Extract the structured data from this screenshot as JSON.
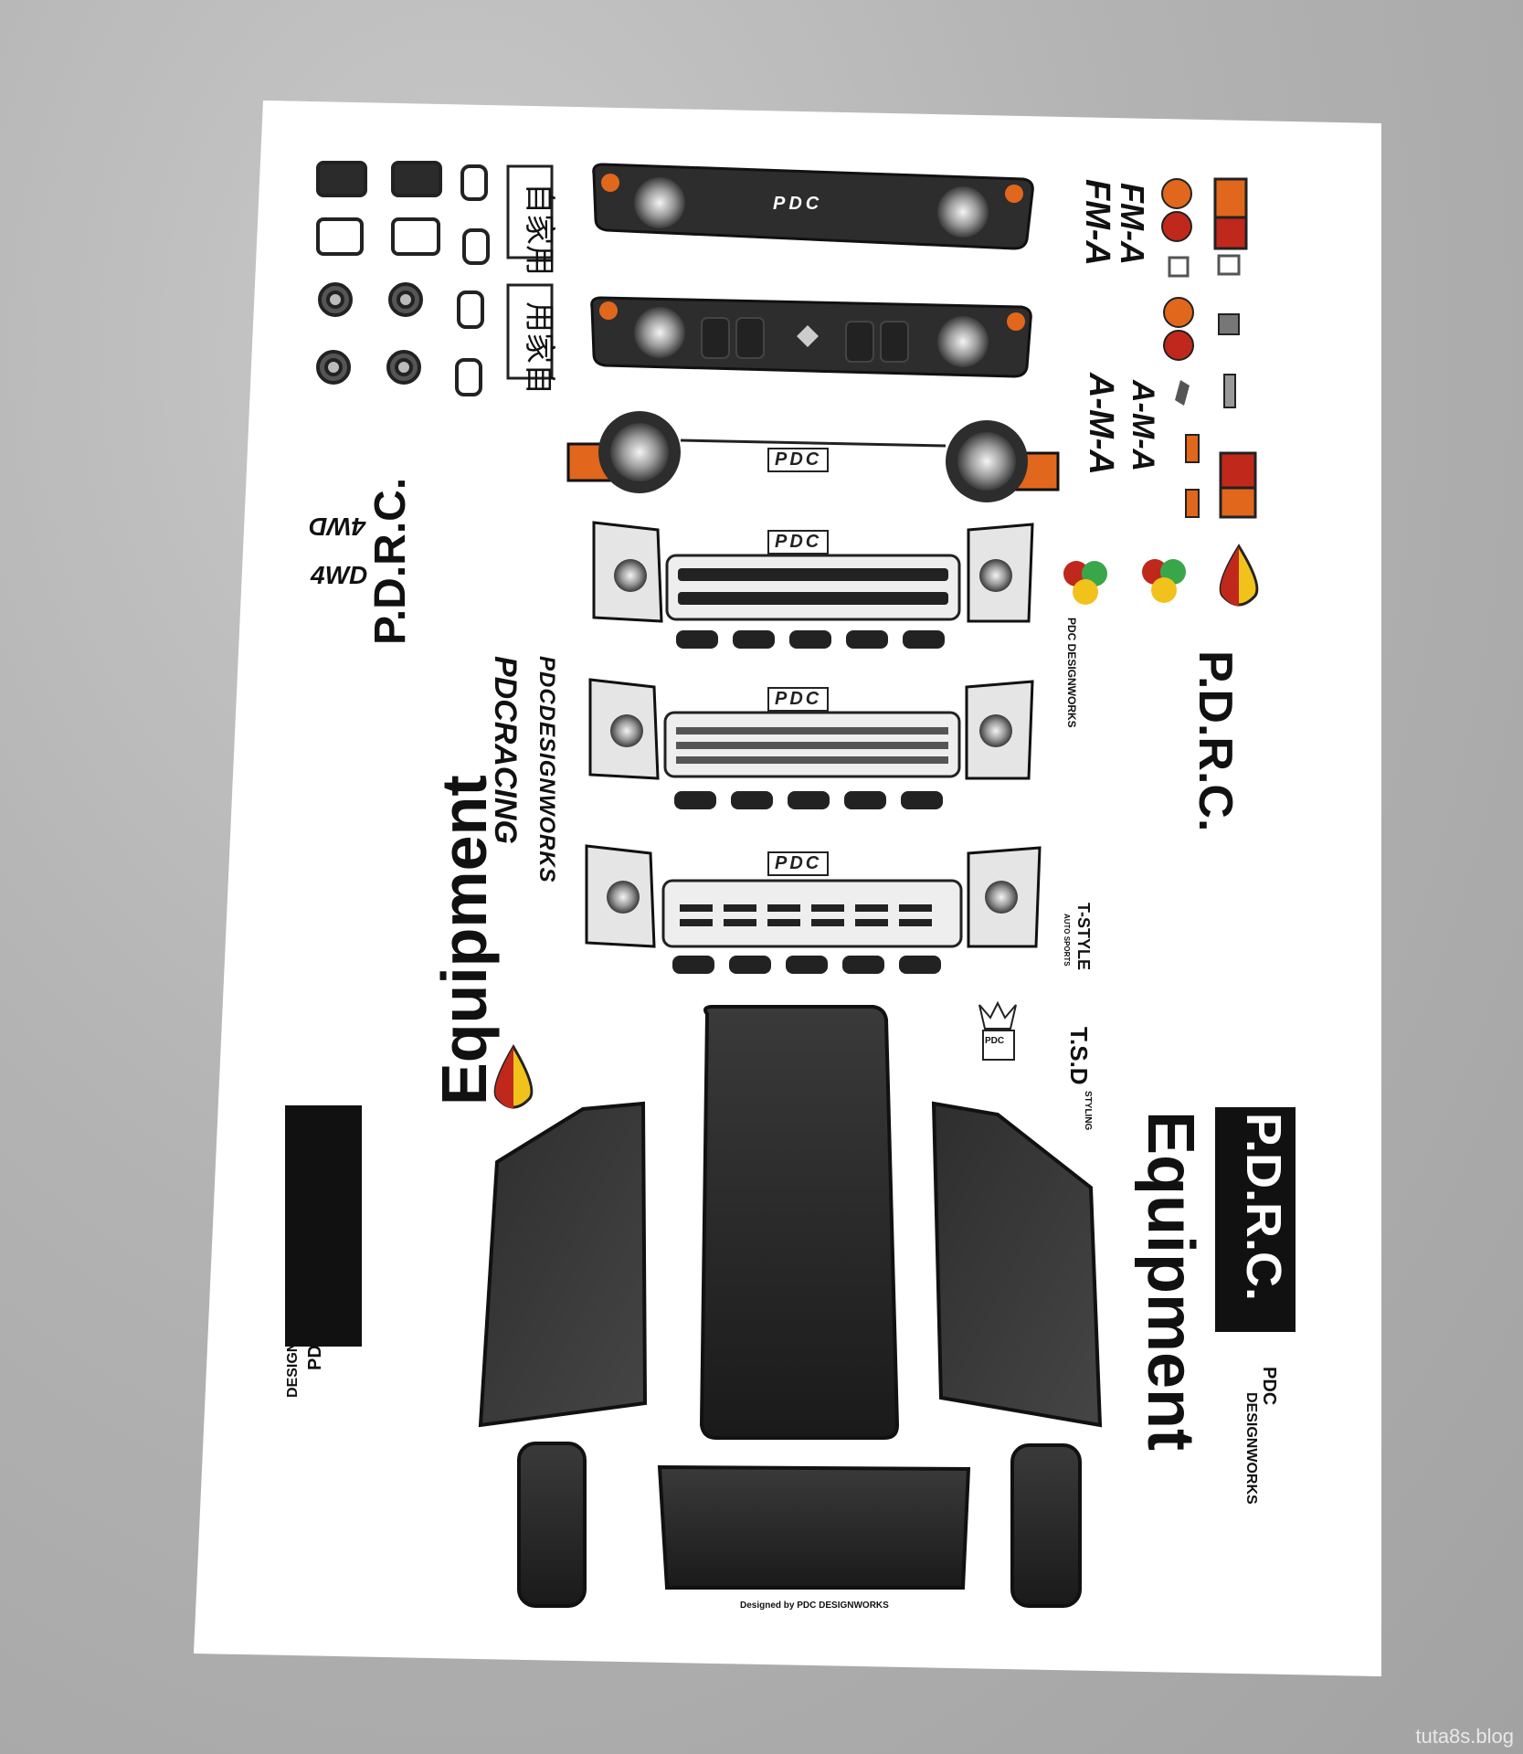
{
  "sheet": {
    "grill_brand": "PDC",
    "badge_4wd": "4WD",
    "brand_pdrc": "P.D.R.C.",
    "brand_equipment": "Equipment",
    "kanji_1": "自家用",
    "kanji_2": "用家自",
    "fm_a": "FM-A",
    "a_m_a": "A-M-A",
    "pdc_designworks": "PDCDESIGNWORKS",
    "pdc_racing": "PDCRACING",
    "small_designworks": "PDC DESIGNWORKS",
    "t_style": "T-STYLE",
    "t_style_sub": "AUTO SPORTS",
    "tsd": "T.S.D",
    "tsd_sub": "STYLING",
    "logo_pdc": "PDC",
    "logo_designworks": "DESIGNWORKS",
    "designed_by": "Designed by",
    "designed_brand": "PDC DESIGNWORKS",
    "crown_label": "PDC",
    "watermark": "tuta8s.blog"
  },
  "colors": {
    "decal_black": "#2a2a2a",
    "orange": "#e0671c",
    "red": "#c0281c",
    "yellow": "#f2c21c",
    "green": "#3aa64a"
  },
  "icons": [
    "headlight-icon",
    "crown-icon",
    "drop-icon",
    "circle-logo-icon"
  ]
}
